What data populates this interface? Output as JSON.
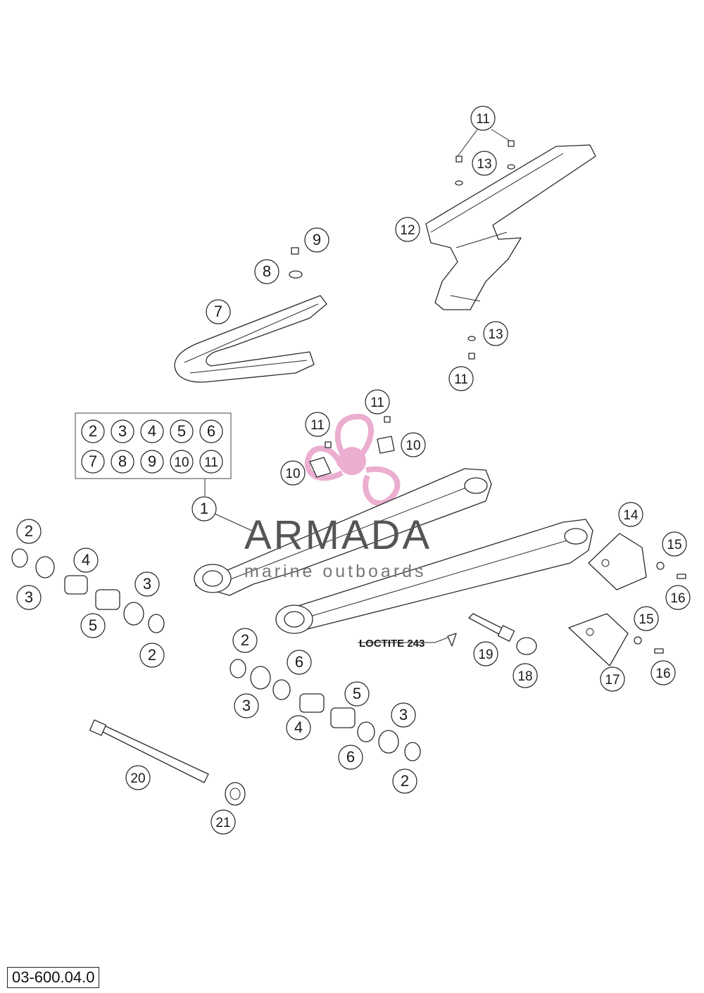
{
  "document": {
    "code": "03-600.04.0"
  },
  "note": {
    "text": "LOCTITE 243"
  },
  "watermark": {
    "title": "ARMADA",
    "subtitle": "marine outboards",
    "color": "#e8a0c8"
  },
  "kit": {
    "row1": [
      "2",
      "3",
      "4",
      "5",
      "6"
    ],
    "row2": [
      "7",
      "8",
      "9",
      "10",
      "11"
    ]
  },
  "callouts": [
    {
      "id": "c1",
      "label": "1"
    },
    {
      "id": "c2a",
      "label": "2"
    },
    {
      "id": "c3a",
      "label": "3"
    },
    {
      "id": "c4a",
      "label": "4"
    },
    {
      "id": "c5a",
      "label": "5"
    },
    {
      "id": "c3b",
      "label": "3"
    },
    {
      "id": "c2b",
      "label": "2"
    },
    {
      "id": "c2c",
      "label": "2"
    },
    {
      "id": "c3c",
      "label": "3"
    },
    {
      "id": "c6a",
      "label": "6"
    },
    {
      "id": "c4b",
      "label": "4"
    },
    {
      "id": "c5b",
      "label": "5"
    },
    {
      "id": "c6b",
      "label": "6"
    },
    {
      "id": "c3d",
      "label": "3"
    },
    {
      "id": "c2d",
      "label": "2"
    },
    {
      "id": "c7",
      "label": "7"
    },
    {
      "id": "c8",
      "label": "8"
    },
    {
      "id": "c9",
      "label": "9"
    },
    {
      "id": "c10a",
      "label": "10"
    },
    {
      "id": "c10b",
      "label": "10"
    },
    {
      "id": "c11a",
      "label": "11"
    },
    {
      "id": "c11b",
      "label": "11"
    },
    {
      "id": "c11c",
      "label": "11"
    },
    {
      "id": "c11d",
      "label": "11"
    },
    {
      "id": "c12",
      "label": "12"
    },
    {
      "id": "c13a",
      "label": "13"
    },
    {
      "id": "c13b",
      "label": "13"
    },
    {
      "id": "c14",
      "label": "14"
    },
    {
      "id": "c15a",
      "label": "15"
    },
    {
      "id": "c15b",
      "label": "15"
    },
    {
      "id": "c16a",
      "label": "16"
    },
    {
      "id": "c16b",
      "label": "16"
    },
    {
      "id": "c17",
      "label": "17"
    },
    {
      "id": "c18",
      "label": "18"
    },
    {
      "id": "c19",
      "label": "19"
    },
    {
      "id": "c20",
      "label": "20"
    },
    {
      "id": "c21",
      "label": "21"
    }
  ]
}
